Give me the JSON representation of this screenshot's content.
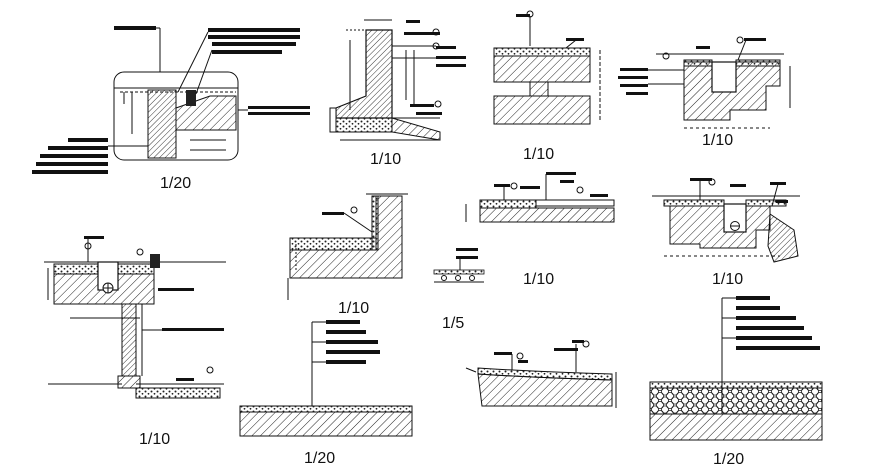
{
  "drawing": {
    "background": "#ffffff",
    "ink_color": "#111111",
    "hatch_color": "#222222",
    "details": [
      {
        "id": "detail-1",
        "scale": "1/20"
      },
      {
        "id": "detail-2",
        "scale": "1/10"
      },
      {
        "id": "detail-3",
        "scale": "1/10"
      },
      {
        "id": "detail-4",
        "scale": "1/10"
      },
      {
        "id": "detail-5",
        "scale": "1/10"
      },
      {
        "id": "detail-6",
        "scale": "1/10"
      },
      {
        "id": "detail-7",
        "scale": "1/10"
      },
      {
        "id": "detail-8",
        "scale": "1/10"
      },
      {
        "id": "detail-9",
        "scale": "1/5"
      },
      {
        "id": "detail-10",
        "scale": "1/20"
      },
      {
        "id": "detail-11",
        "scale": "1/20"
      }
    ]
  }
}
